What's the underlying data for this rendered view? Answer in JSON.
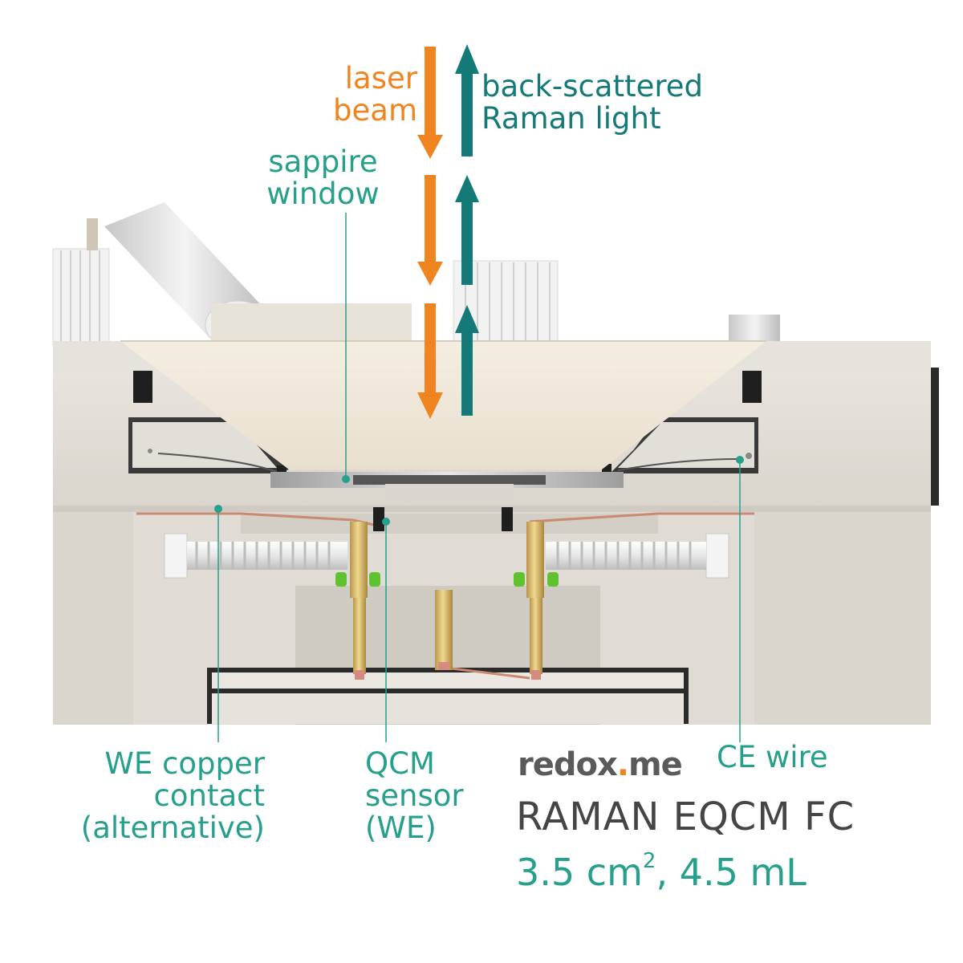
{
  "labels": {
    "laser_line1": "laser",
    "laser_line2": "beam",
    "raman_line1": "back-scattered",
    "raman_line2": "Raman light",
    "window_line1": "sappire",
    "window_line2": "window",
    "we_contact_line1": "WE copper",
    "we_contact_line2": "contact",
    "we_contact_line3": "(alternative)",
    "qcm_line1": "QCM",
    "qcm_line2": "sensor",
    "qcm_line3": "(WE)",
    "ce_wire": "CE wire"
  },
  "brand": {
    "part1": "redox",
    "dot": ".",
    "part2": "me"
  },
  "product": {
    "name": "RAMAN EQCM FC",
    "spec_area": "3.5 cm",
    "spec_exp": "2",
    "spec_rest": ", 4.5 mL"
  },
  "colors": {
    "laser": "#f08420",
    "raman": "#137a78",
    "callout": "#26a08a",
    "body": "#e4e0da"
  }
}
